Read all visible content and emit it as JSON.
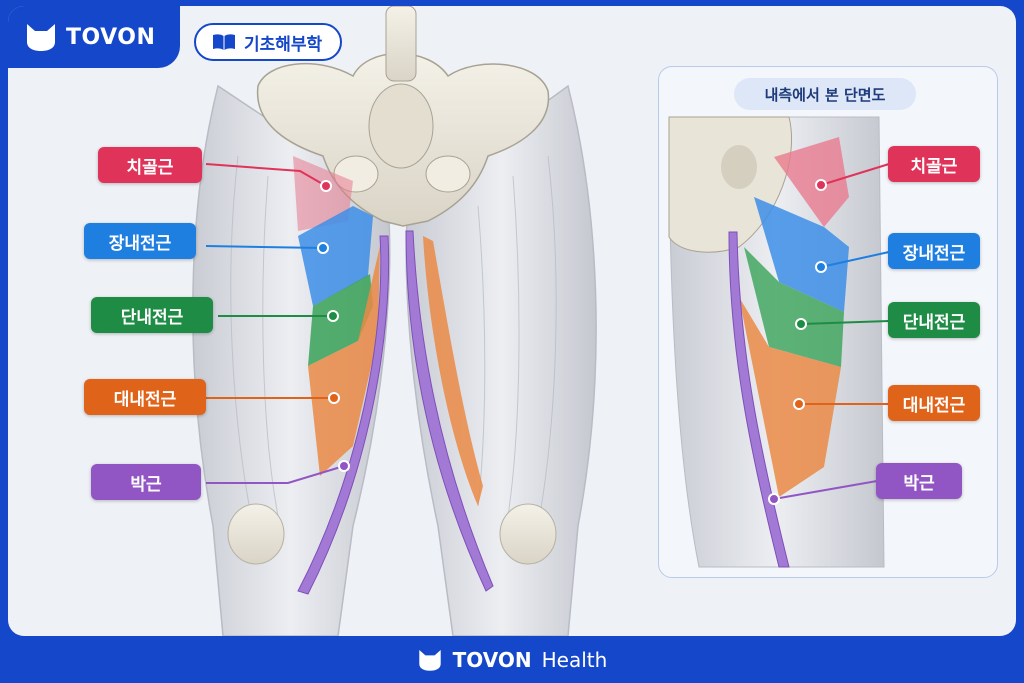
{
  "brand": {
    "name": "TOVON",
    "footer_name": "TOVON",
    "footer_suffix": "Health"
  },
  "badge": {
    "text": "기초해부학",
    "icon": "book-icon"
  },
  "inset": {
    "title": "내측에서 본 단면도"
  },
  "muscles": [
    {
      "key": "pectineus",
      "label": "치골근",
      "color": "#e0335a"
    },
    {
      "key": "adductor-longus",
      "label": "장내전근",
      "color": "#1f7fe0"
    },
    {
      "key": "adductor-brevis",
      "label": "단내전근",
      "color": "#1f8c45"
    },
    {
      "key": "adductor-magnus",
      "label": "대내전근",
      "color": "#e0631a"
    },
    {
      "key": "gracilis",
      "label": "박근",
      "color": "#9256c4"
    }
  ],
  "icons": {
    "logo": "cat-logo-icon",
    "footer_logo": "cat-logo-icon"
  }
}
